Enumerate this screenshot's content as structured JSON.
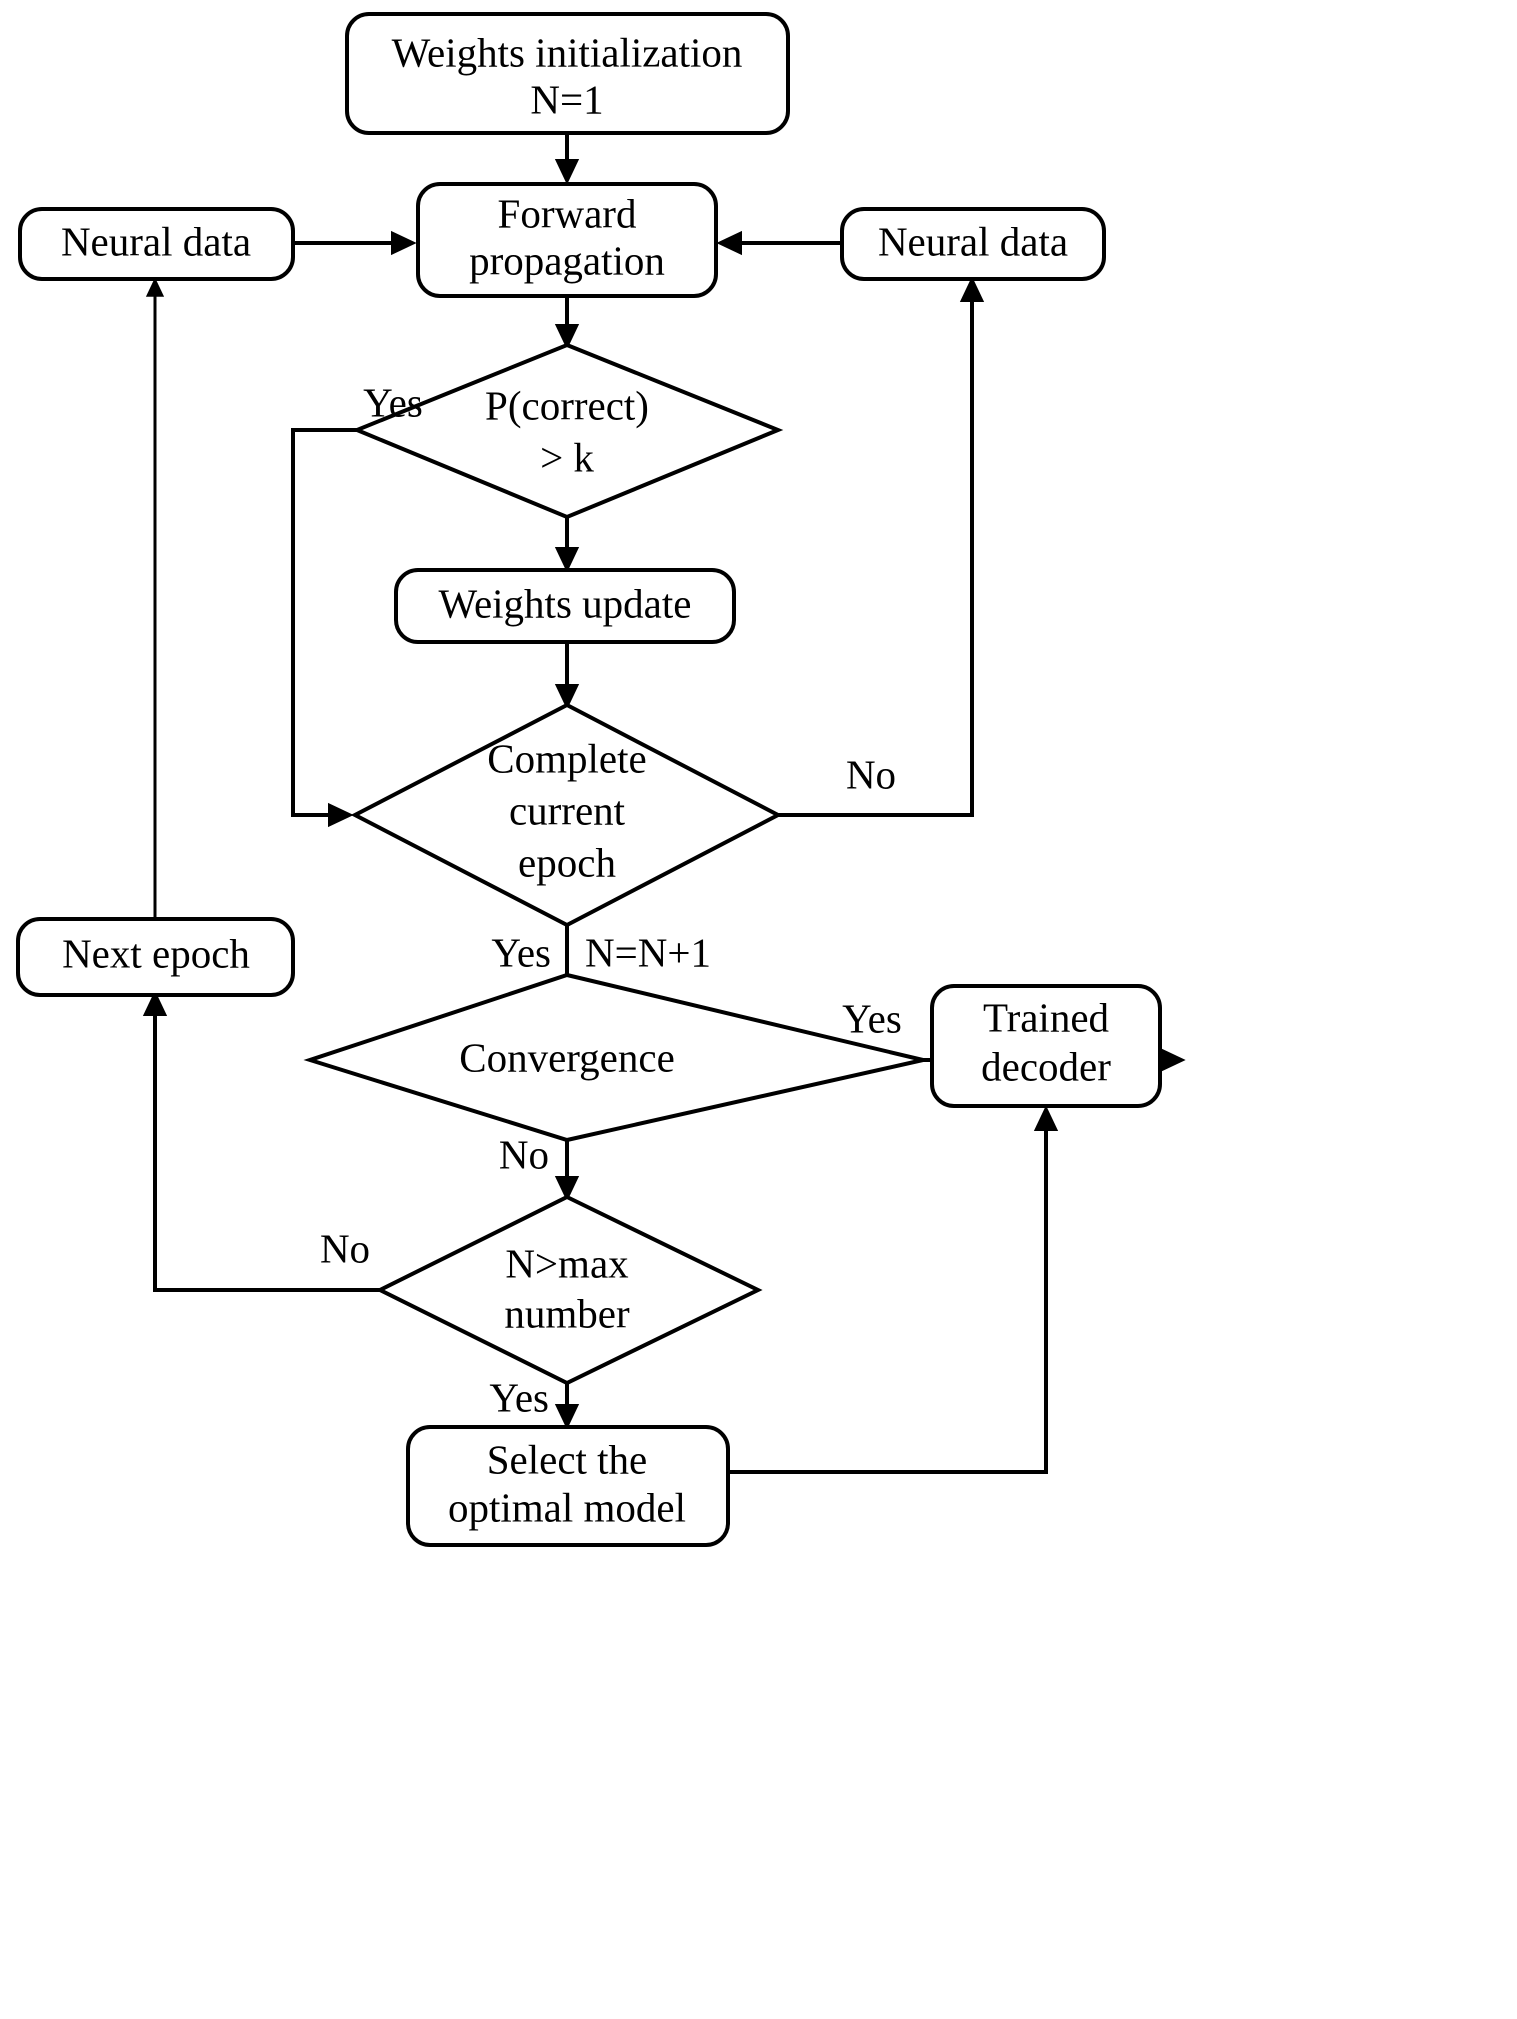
{
  "diagram": {
    "title": "Neural decoder training flowchart",
    "colors": {
      "background": "#ffffff",
      "stroke": "#000000",
      "text": "#000000"
    },
    "nodes": [
      {
        "id": "weights_init",
        "shape": "rounded-rect",
        "lines": [
          "Weights initialization",
          "N=1"
        ]
      },
      {
        "id": "neural_data_left",
        "shape": "rounded-rect",
        "lines": [
          "Neural data"
        ]
      },
      {
        "id": "forward_prop",
        "shape": "rounded-rect",
        "lines": [
          "Forward",
          "propagation"
        ]
      },
      {
        "id": "neural_data_right",
        "shape": "rounded-rect",
        "lines": [
          "Neural data"
        ]
      },
      {
        "id": "p_correct",
        "shape": "diamond",
        "lines": [
          "P(correct)",
          "> k"
        ]
      },
      {
        "id": "weights_update",
        "shape": "rounded-rect",
        "lines": [
          "Weights update"
        ]
      },
      {
        "id": "complete_epoch",
        "shape": "diamond",
        "lines": [
          "Complete",
          "current",
          "epoch"
        ]
      },
      {
        "id": "next_epoch",
        "shape": "rounded-rect",
        "lines": [
          "Next epoch"
        ]
      },
      {
        "id": "convergence",
        "shape": "diamond",
        "lines": [
          "Convergence"
        ]
      },
      {
        "id": "trained_decoder",
        "shape": "rounded-rect",
        "lines": [
          "Trained",
          "decoder"
        ]
      },
      {
        "id": "n_max",
        "shape": "diamond",
        "lines": [
          "N>max",
          "number"
        ]
      },
      {
        "id": "select_optimal",
        "shape": "rounded-rect",
        "lines": [
          "Select the",
          "optimal model"
        ]
      }
    ],
    "edge_labels": [
      {
        "id": "p_correct_yes",
        "text": "Yes"
      },
      {
        "id": "complete_epoch_no",
        "text": "No"
      },
      {
        "id": "complete_epoch_yes",
        "text": "Yes"
      },
      {
        "id": "n_increment",
        "text": "N=N+1"
      },
      {
        "id": "convergence_yes",
        "text": "Yes"
      },
      {
        "id": "convergence_no",
        "text": "No"
      },
      {
        "id": "n_max_no",
        "text": "No"
      },
      {
        "id": "n_max_yes",
        "text": "Yes"
      }
    ]
  }
}
